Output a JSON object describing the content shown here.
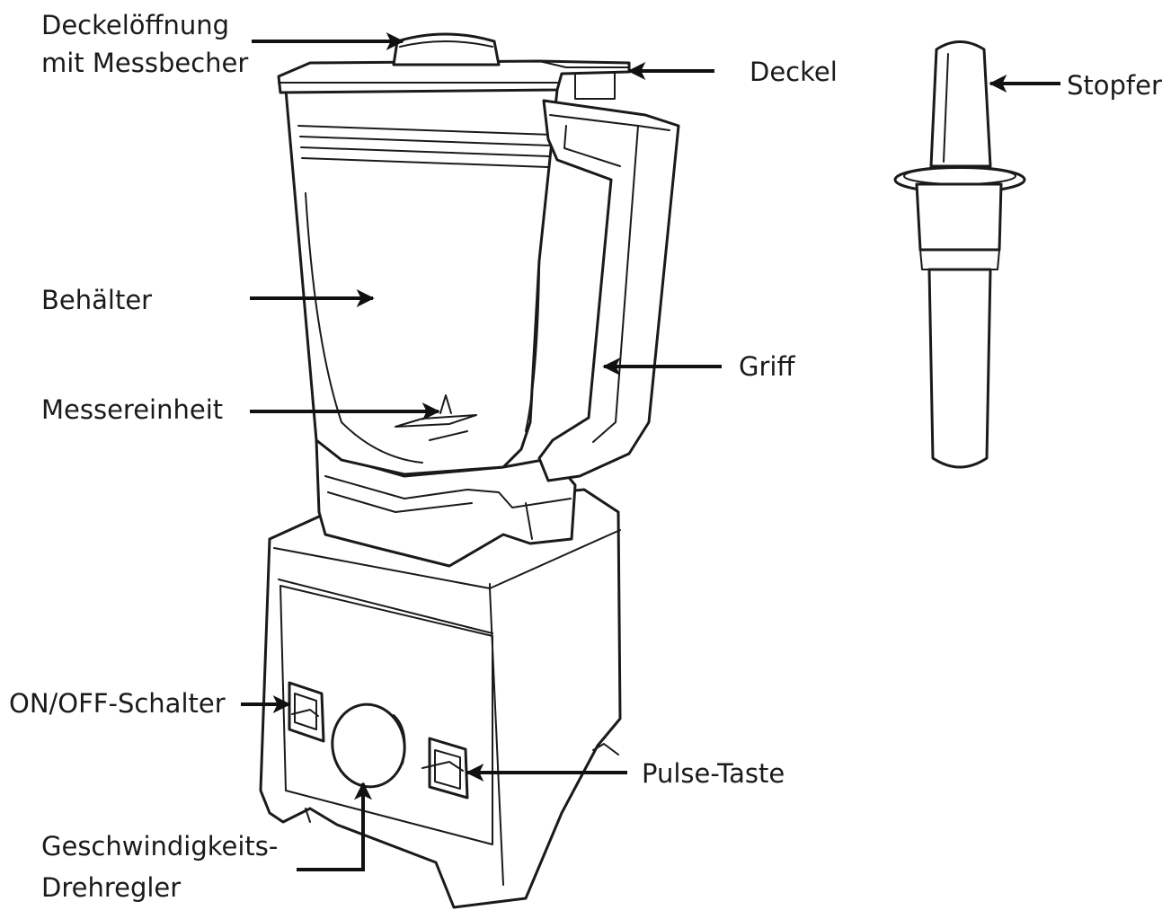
{
  "labels": {
    "lid_opening_line1": "Deckelöffnung",
    "lid_opening_line2": "mit Messbecher",
    "lid": "Deckel",
    "tamper": "Stopfer",
    "container": "Behälter",
    "handle": "Griff",
    "blade_unit": "Messereinheit",
    "on_off_switch": "ON/OFF-Schalter",
    "pulse_button": "Pulse-Taste",
    "speed_dial_line1": "Geschwindigkeits-",
    "speed_dial_line2": "Drehregler"
  },
  "colors": {
    "line": "#1a1a1a",
    "background": "#ffffff"
  }
}
